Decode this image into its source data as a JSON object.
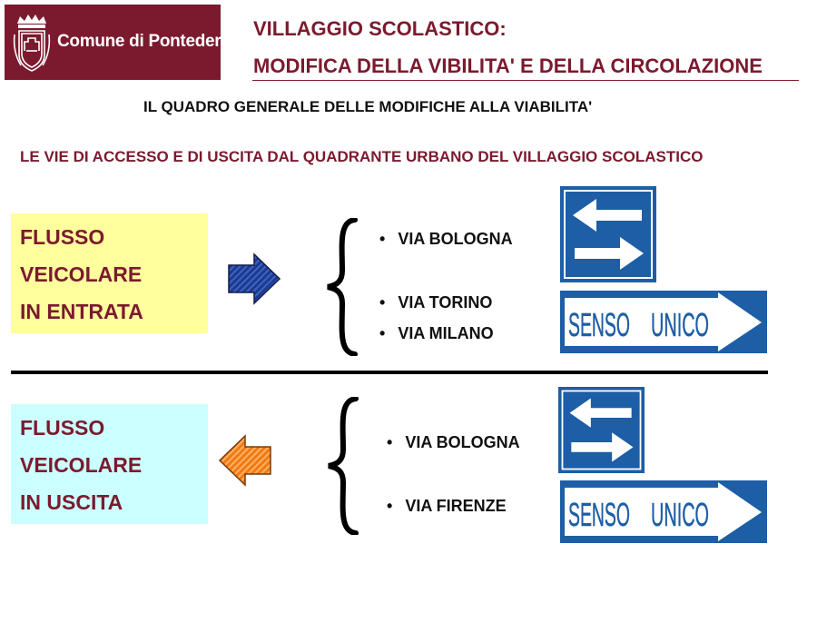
{
  "header": {
    "logo_text": "Comune di Pontedera",
    "title_line_1": "VILLAGGIO SCOLASTICO:",
    "title_line_2": "MODIFICA DELLA VIBILITA' E DELLA CIRCOLAZIONE"
  },
  "subtitle": "IL QUADRO GENERALE DELLE MODIFICHE ALLA VIABILITA'",
  "section_heading": "LE VIE DI ACCESSO E DI USCITA DAL QUADRANTE URBANO DEL VILLAGGIO SCOLASTICO",
  "inbound": {
    "label_lines": [
      "FLUSSO",
      "VEICOLARE",
      "IN ENTRATA"
    ],
    "streets": [
      "VIA BOLOGNA",
      "VIA TORINO",
      "VIA MILANO"
    ]
  },
  "outbound": {
    "label_lines": [
      "FLUSSO",
      "VEICOLARE",
      "IN USCITA"
    ],
    "streets": [
      "VIA BOLOGNA",
      "VIA FIRENZE"
    ]
  },
  "signs": {
    "one_way_text_1": "SENSO",
    "one_way_text_2": "UNICO"
  },
  "colors": {
    "brand": "#7b1a2e",
    "inbound_box": "#ffff9d",
    "outbound_box": "#ccffff",
    "sign_blue": "#1d5ea6",
    "inbound_arrow": "#1e3a8a",
    "outbound_arrow": "#f07a16"
  },
  "icons": {
    "logo": "city-seal-icon",
    "two_way": "two-way-traffic-sign-icon",
    "one_way": "one-way-sign-icon",
    "in_arrow": "arrow-right-icon",
    "out_arrow": "arrow-left-icon",
    "brace": "curly-brace-icon"
  }
}
